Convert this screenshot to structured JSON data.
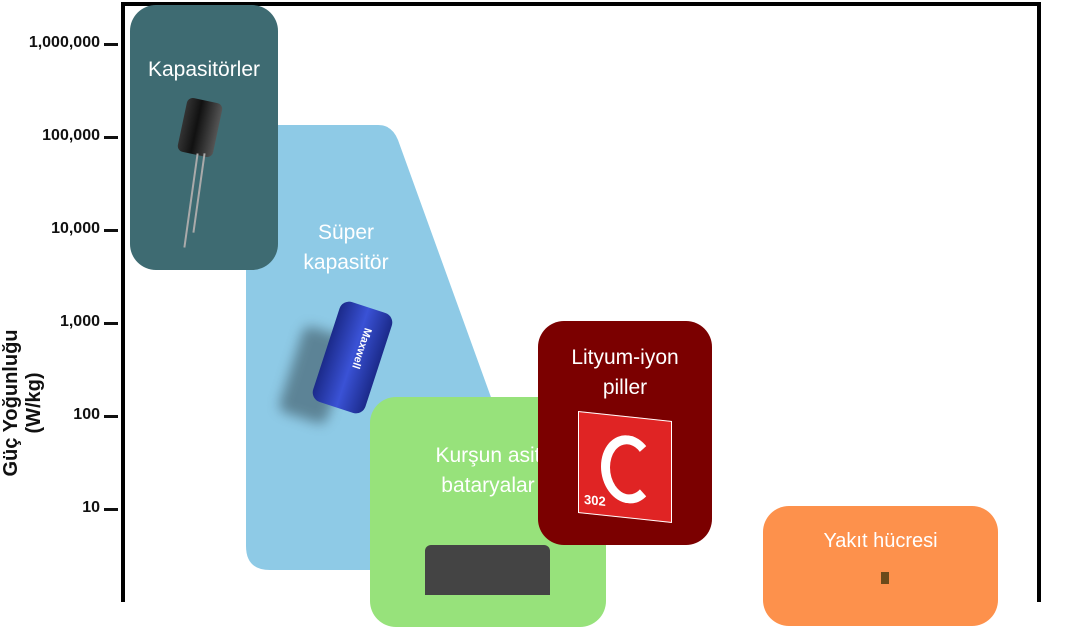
{
  "chart_data": {
    "type": "area",
    "title": "",
    "ylabel": "Güç Yoğunluğu (W/kg)",
    "yscale": "log",
    "yticks": [
      "1,000,000",
      "100,000",
      "10,000",
      "1,000",
      "100",
      "10"
    ],
    "ytick_values": [
      1000000,
      100000,
      10000,
      1000,
      100,
      10
    ],
    "regions": [
      {
        "name": "Kapasitörler",
        "color": "#3e6b72"
      },
      {
        "name": "Süper kapasitör",
        "label_lines": [
          "Süper",
          "kapasitör"
        ],
        "color": "#8ecae6"
      },
      {
        "name": "Kurşun asit bataryalar",
        "label_lines": [
          "Kurşun asit",
          "bataryalar"
        ],
        "color": "#97e27b"
      },
      {
        "name": "Lityum-iyon piller",
        "label_lines": [
          "Lityum-iyon",
          "piller"
        ],
        "color": "#7b0000"
      },
      {
        "name": "Yakıt hücresi",
        "color": "#fd914c"
      }
    ],
    "images": {
      "maxwell_label": "Maxwell",
      "liion_label": "302"
    }
  }
}
